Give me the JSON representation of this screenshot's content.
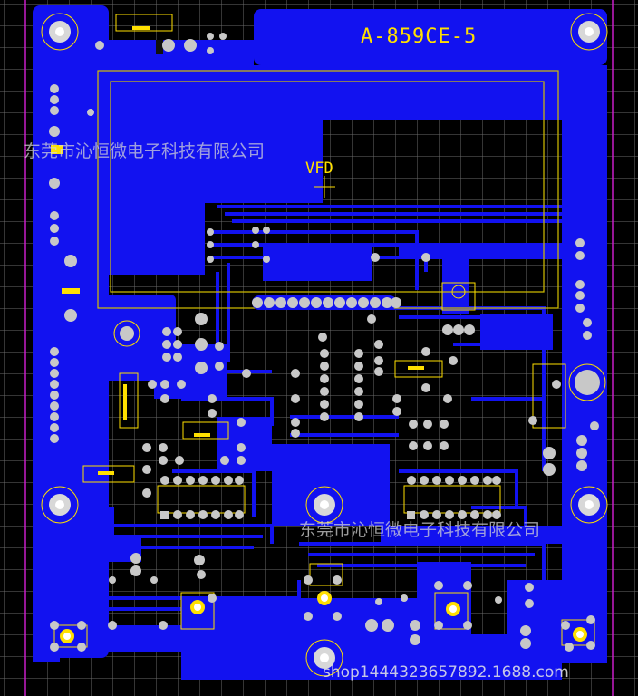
{
  "board": {
    "model_label": "A-859CE-5",
    "component_label": "VFD",
    "watermark_top": "东莞市沁恒微电子科技有限公司",
    "watermark_mid": "东莞市沁恒微电子科技有限公司",
    "shop_url": "shop1444323657892.1688.com"
  },
  "colors": {
    "background": "#000000",
    "copper": "#1212f0",
    "grid": "#6a6a6a",
    "pad": "#c8c8c8",
    "silkscreen": "#ffe000",
    "edge": "#c81ec8"
  }
}
